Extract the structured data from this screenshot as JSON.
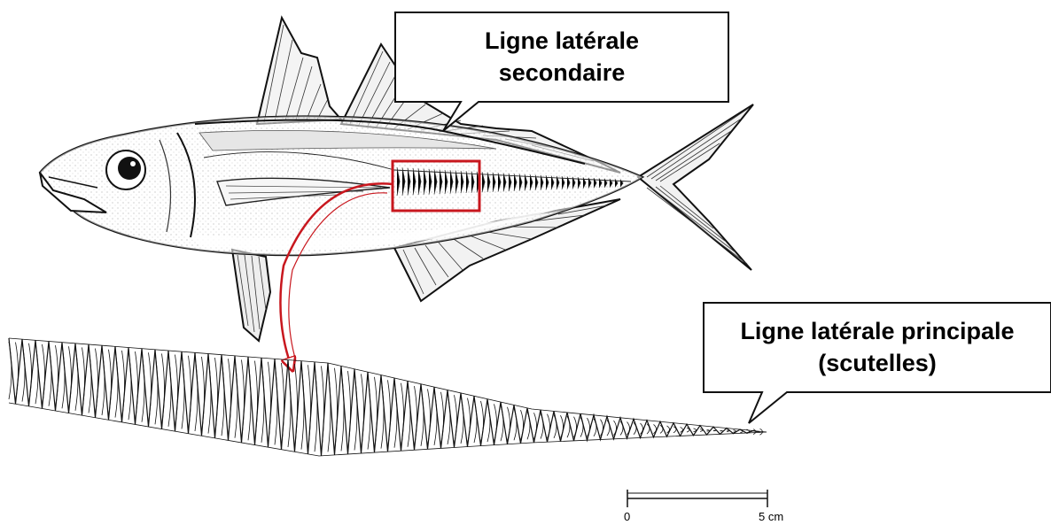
{
  "callouts": {
    "secondary": {
      "line1": "Ligne latérale",
      "line2": "secondaire"
    },
    "principal": {
      "line1": "Ligne latérale principale",
      "line2": "(scutelles)"
    }
  },
  "scale_bar": {
    "start_label": "0",
    "end_label": "5 cm"
  },
  "colors": {
    "highlight": "#c8171e",
    "ink": "#111111",
    "background": "#ffffff"
  }
}
